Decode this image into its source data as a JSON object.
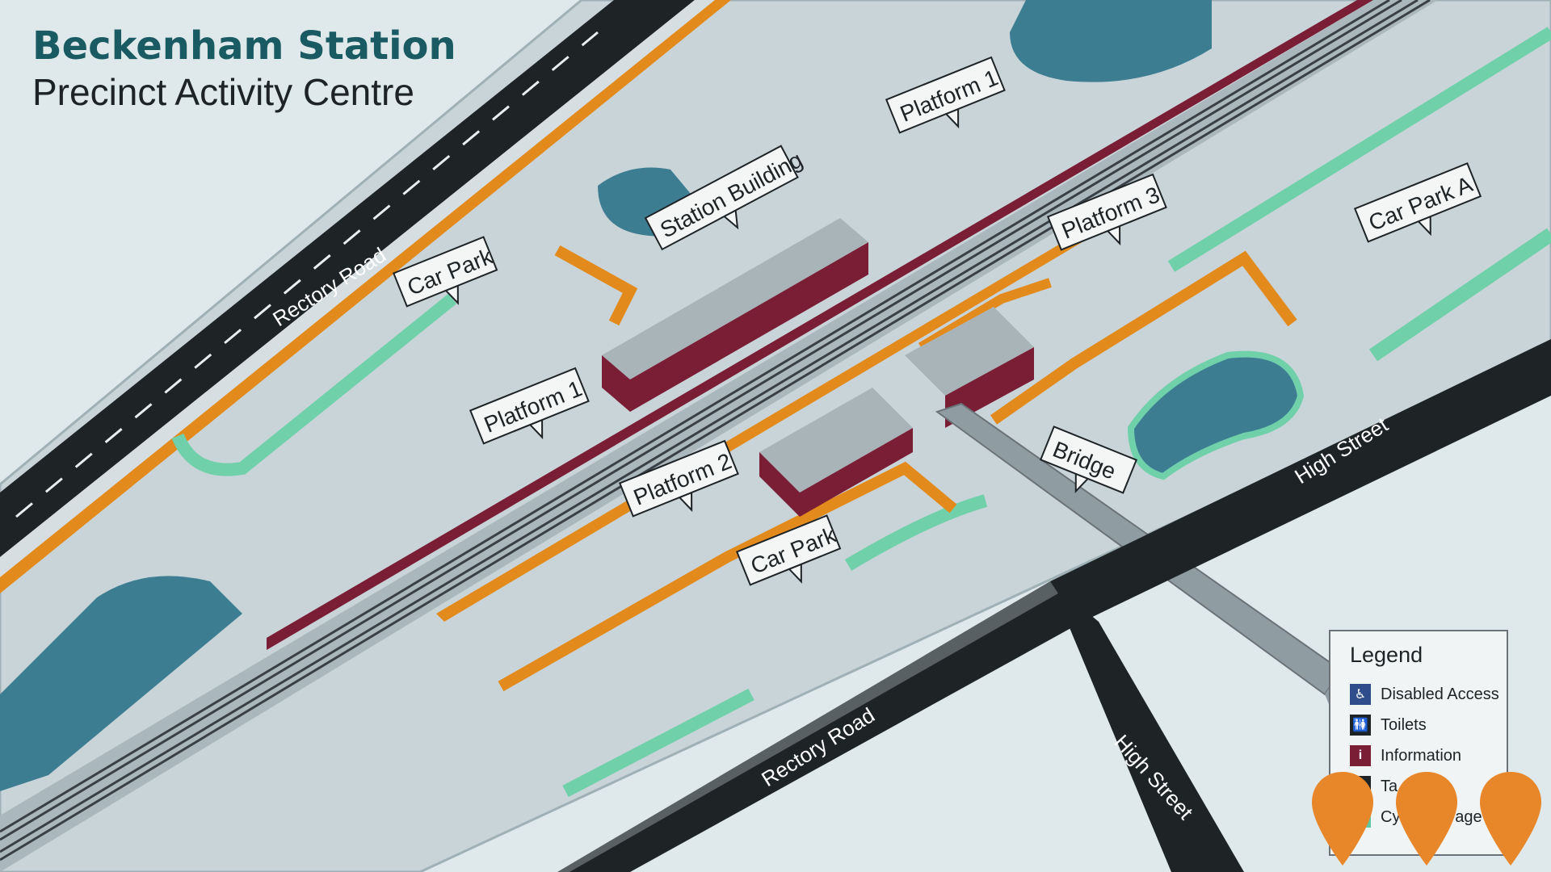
{
  "title": {
    "main": "Beckenham Station",
    "subtitle": "Precinct Activity Centre"
  },
  "roads": [
    {
      "id": "rectory-road-north",
      "label": "Rectory Road"
    },
    {
      "id": "rectory-road-south",
      "label": "Rectory Road"
    },
    {
      "id": "high-street-east",
      "label": "High Street"
    },
    {
      "id": "high-street-south",
      "label": "High Street"
    }
  ],
  "signs": [
    {
      "id": "platform-1-north",
      "label": "Platform 1"
    },
    {
      "id": "station-building",
      "label": "Station Building"
    },
    {
      "id": "platform-3",
      "label": "Platform 3"
    },
    {
      "id": "car-park-a",
      "label": "Car Park A"
    },
    {
      "id": "car-park-west",
      "label": "Car Park"
    },
    {
      "id": "platform-1-south",
      "label": "Platform 1"
    },
    {
      "id": "platform-2",
      "label": "Platform 2"
    },
    {
      "id": "bridge",
      "label": "Bridge"
    },
    {
      "id": "car-park-south",
      "label": "Car Park"
    }
  ],
  "legend": {
    "title": "Legend",
    "items": [
      {
        "label": "Disabled Access",
        "icon": "wheelchair-icon",
        "color": "#2f4d8a",
        "glyph": "♿"
      },
      {
        "label": "Toilets",
        "icon": "toilet-icon",
        "color": "#1e2326",
        "glyph": "🚻"
      },
      {
        "label": "Information",
        "icon": "info-icon",
        "color": "#7a1e36",
        "glyph": "i"
      },
      {
        "label": "Ta",
        "icon": "taxi-icon",
        "color": "#1e2326",
        "glyph": ""
      },
      {
        "label": "Cycle Storage",
        "icon": "cycle-storage-icon",
        "color": "#5fc8a2",
        "glyph": ""
      }
    ]
  },
  "colors": {
    "background": "#dfe8ea",
    "road": "#1e2326",
    "platform": "#7a1e36",
    "path": "#e38a1c",
    "water": "#3d7d92",
    "green": "#6fd0aa",
    "pin": "#e8862a"
  }
}
